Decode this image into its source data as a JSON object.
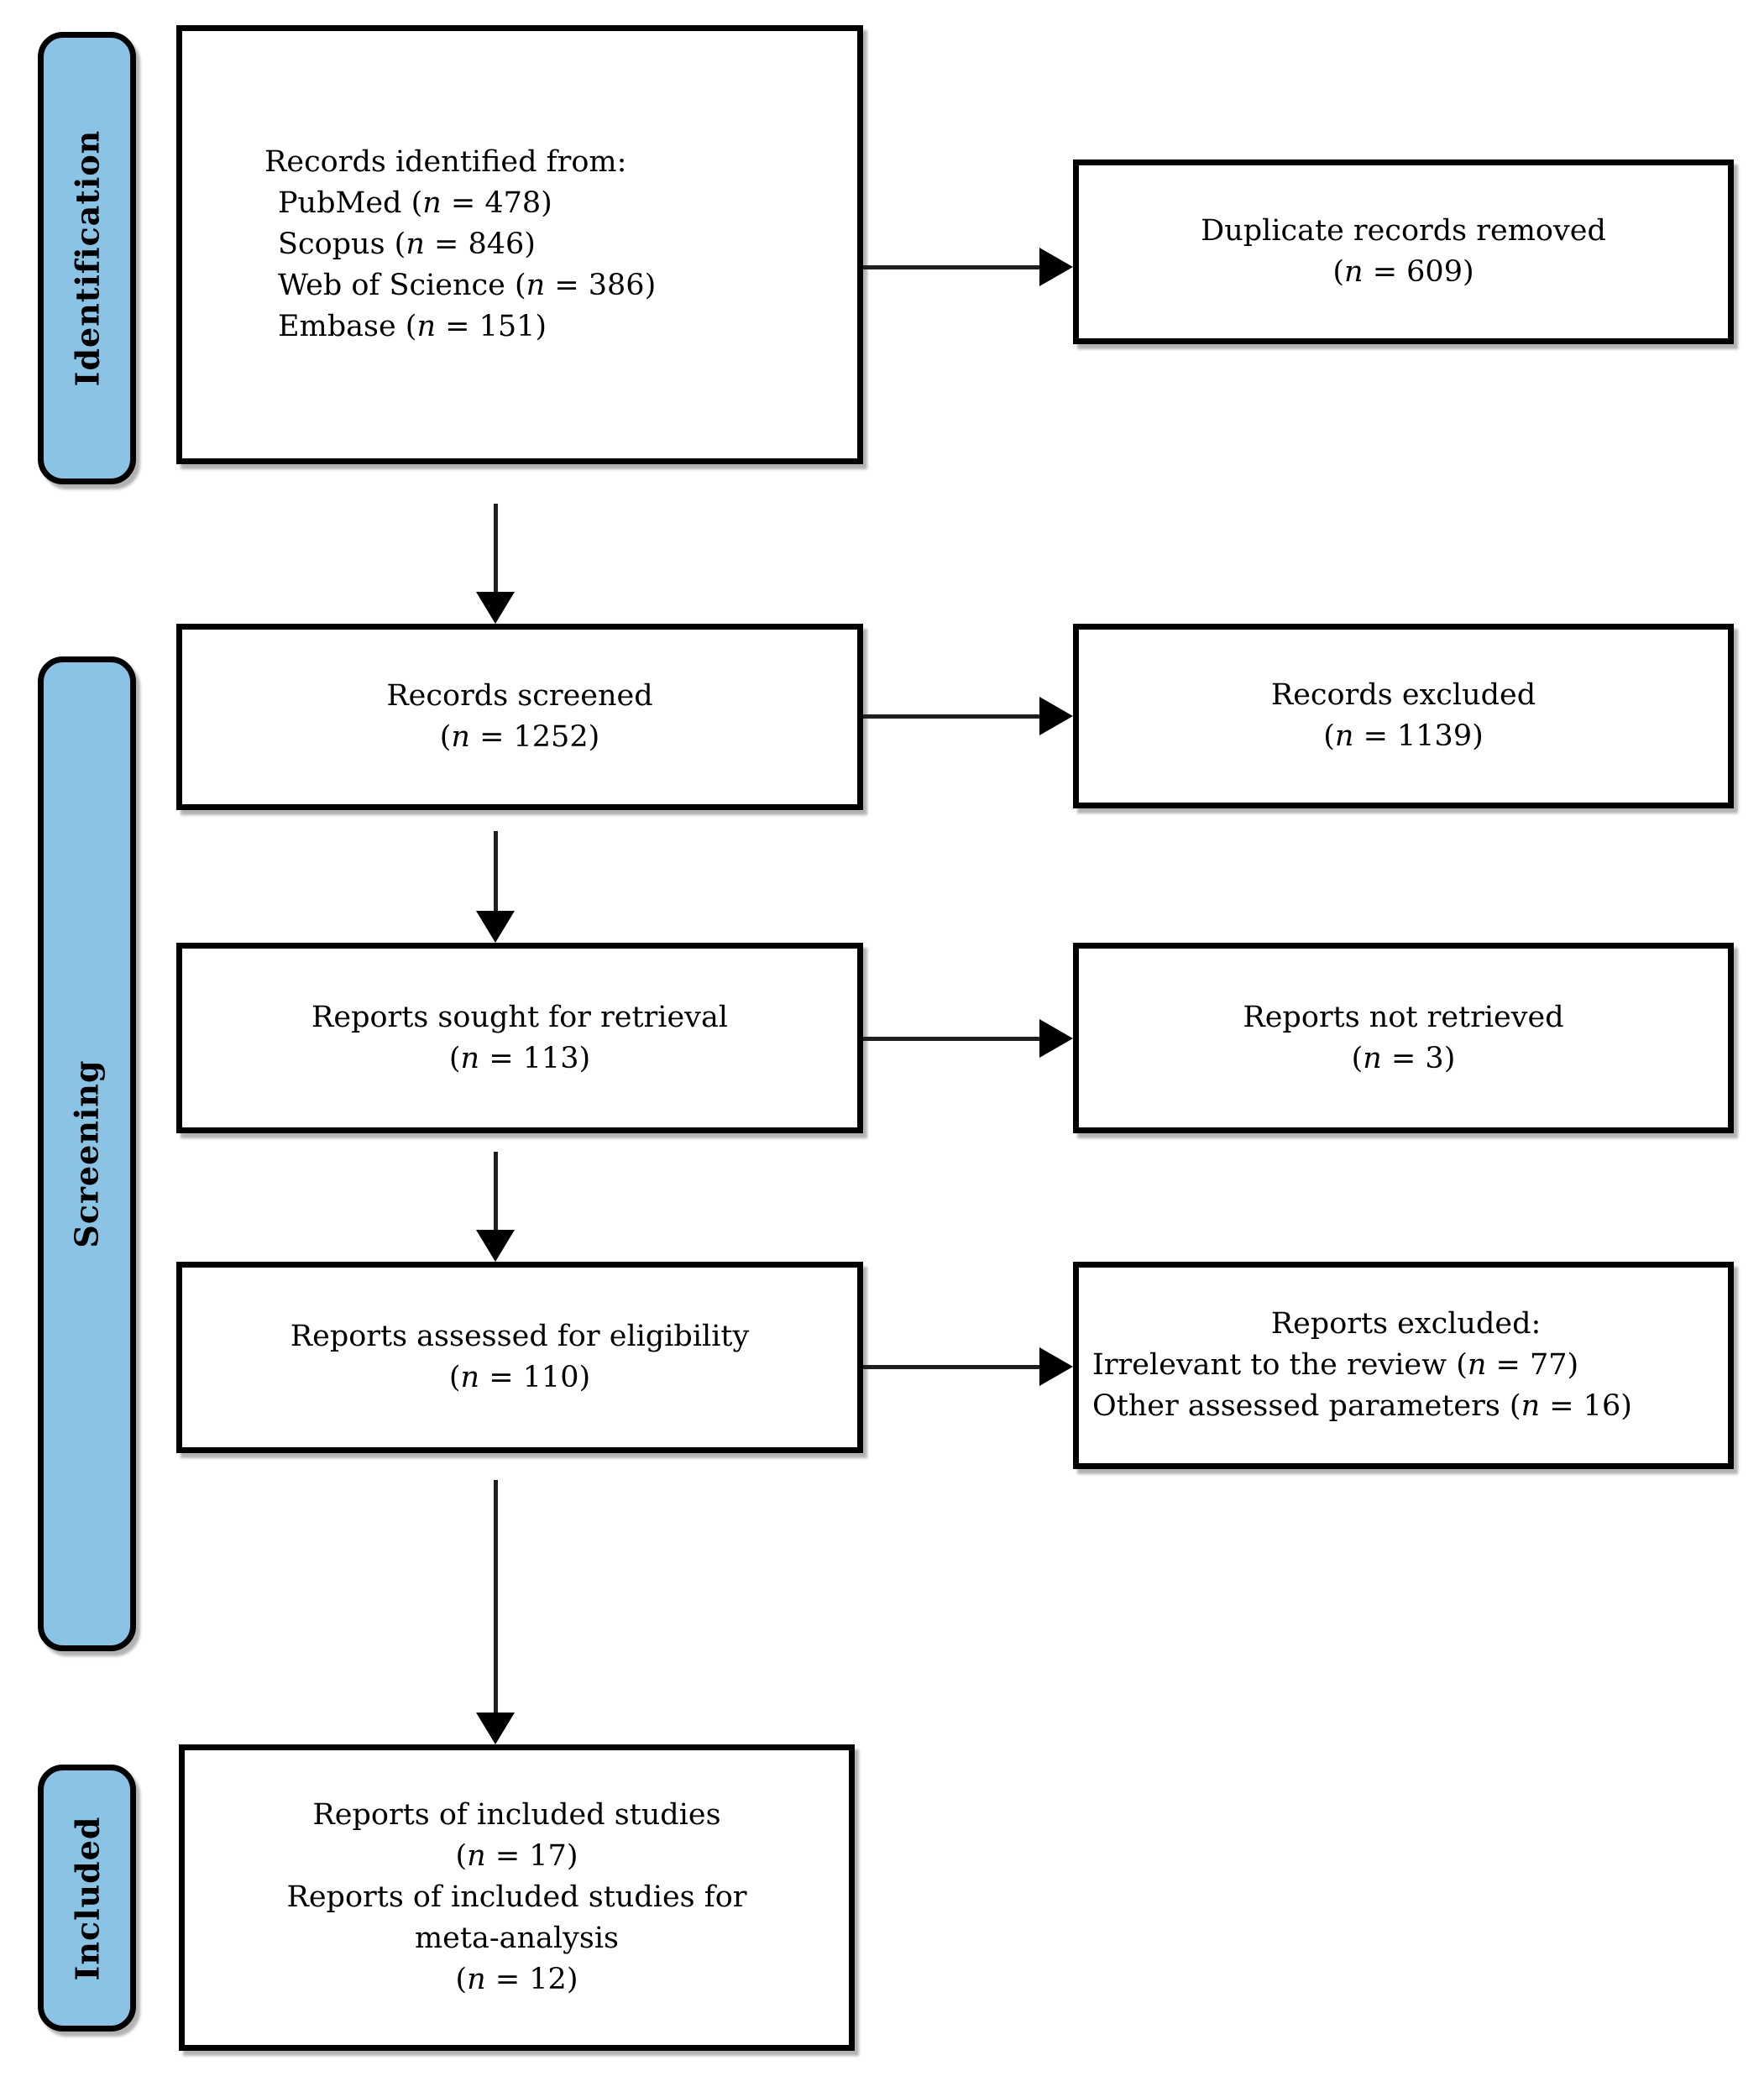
{
  "sidebar": {
    "identification_label": "Identification",
    "screening_label": "Screening",
    "included_label": "Included"
  },
  "colors": {
    "stage_fill": "#8BC3E5",
    "box_border": "#000000",
    "background": "#FFFFFF"
  },
  "boxes": {
    "records_identified": {
      "lines": [
        "Records identified from:",
        "PubMed (n = 478)",
        "Scopus (n = 846)",
        "Web of Science (n = 386)",
        "Embase (n = 151)"
      ]
    },
    "duplicate_records_removed": {
      "lines": [
        "Duplicate records removed",
        "(n = 609)"
      ]
    },
    "records_screened": {
      "lines": [
        "Records screened",
        "(n = 1252)"
      ]
    },
    "records_excluded": {
      "lines": [
        "Records excluded",
        "(n = 1139)"
      ]
    },
    "reports_sought": {
      "lines": [
        "Reports sought for retrieval",
        "(n = 113)"
      ]
    },
    "reports_not_retrieved": {
      "lines": [
        "Reports not retrieved",
        "(n = 3)"
      ]
    },
    "reports_assessed": {
      "lines": [
        "Reports assessed for eligibility",
        "(n = 110)"
      ]
    },
    "reports_excluded": {
      "lines": [
        "Reports excluded:",
        "Irrelevant to the review (n = 77)",
        "Other assessed parameters (n = 16)"
      ]
    },
    "included_studies": {
      "lines": [
        "Reports of included studies",
        "(n = 17)",
        "Reports of included studies for",
        "meta-analysis",
        "(n = 12)"
      ]
    }
  }
}
